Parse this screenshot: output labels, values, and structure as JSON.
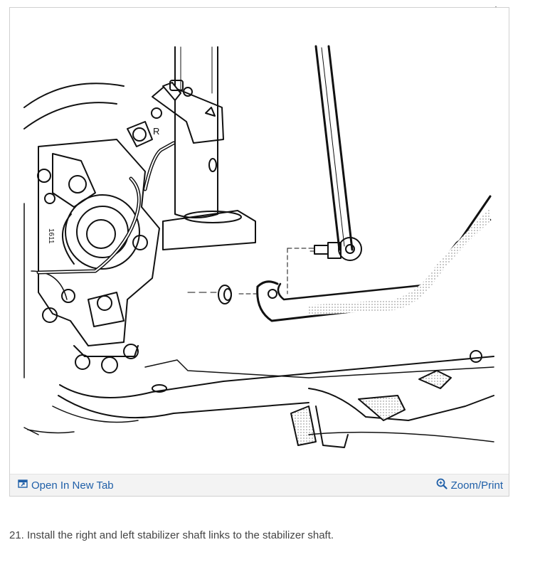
{
  "figure": {
    "callouts": {
      "knuckle_letter": "R",
      "hub_mark": "1611"
    },
    "toolbar": {
      "open_label": "Open In New Tab",
      "zoom_label": "Zoom/Print"
    },
    "icons": {
      "open": "open-new-tab-icon",
      "zoom": "zoom-magnifier-icon"
    },
    "link_color": "#1f5fa8"
  },
  "step": {
    "text": "21. Install the right and left stabilizer shaft links to the stabilizer shaft."
  }
}
